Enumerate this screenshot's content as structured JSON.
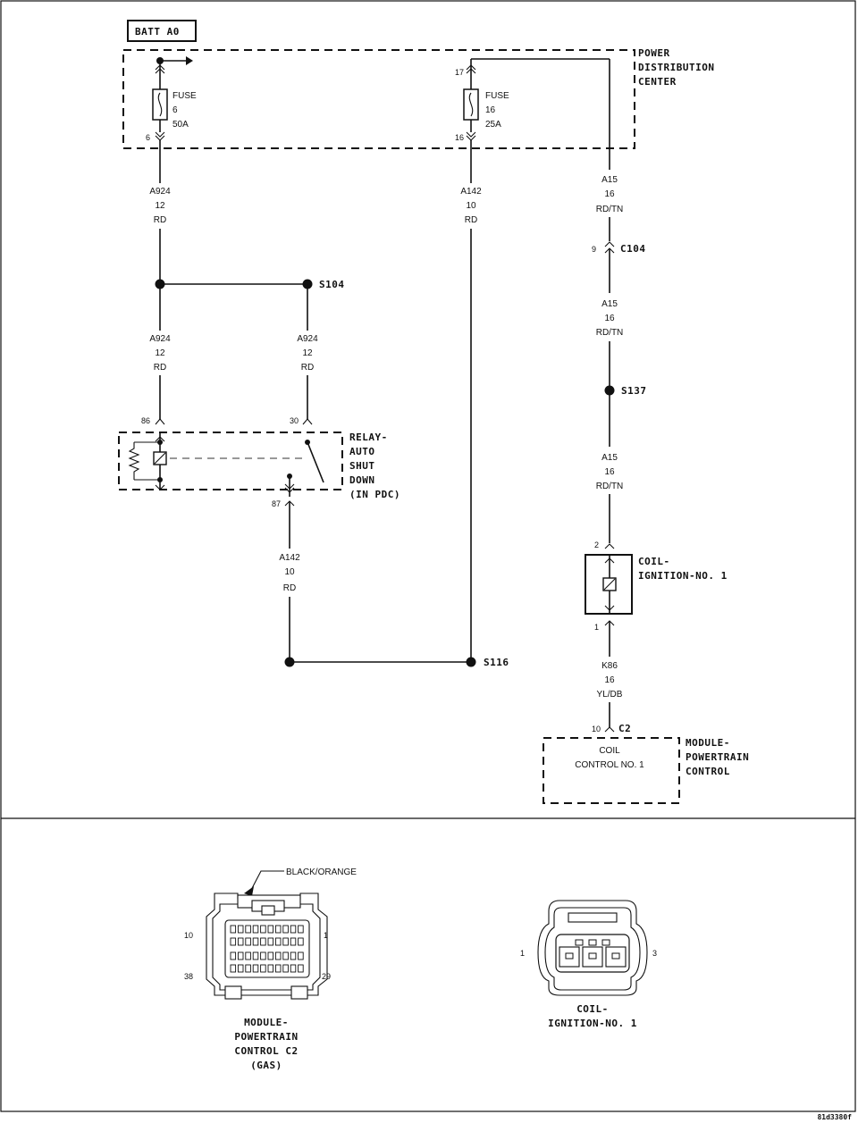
{
  "top_labels": {
    "batt": "BATT A0",
    "pdc": [
      "POWER",
      "DISTRIBUTION",
      "CENTER"
    ],
    "splices": {
      "s104": "S104",
      "s116": "S116",
      "s137": "S137"
    },
    "connector_c104": "C104",
    "connector_c2": "C2",
    "relay": [
      "RELAY-",
      "AUTO",
      "SHUT",
      "DOWN",
      "(IN PDC)"
    ],
    "coil": [
      "COIL-",
      "IGNITION-NO. 1"
    ],
    "pcm": [
      "MODULE-",
      "POWERTRAIN",
      "CONTROL"
    ],
    "pcm_internal": [
      "COIL",
      "CONTROL NO. 1"
    ]
  },
  "fuses": [
    {
      "lines": [
        "FUSE",
        "6",
        "50A"
      ],
      "pin_out": "6"
    },
    {
      "lines": [
        "FUSE",
        "16",
        "25A"
      ],
      "pin_in": "17",
      "pin_out": "16"
    }
  ],
  "wires": {
    "a924_main": [
      "A924",
      "12",
      "RD"
    ],
    "a924_left": [
      "A924",
      "12",
      "RD"
    ],
    "a924_right": [
      "A924",
      "12",
      "RD"
    ],
    "a142_pdc": [
      "A142",
      "10",
      "RD"
    ],
    "a142_relay": [
      "A142",
      "10",
      "RD"
    ],
    "a15_top": [
      "A15",
      "16",
      "RD/TN"
    ],
    "a15_mid": [
      "A15",
      "16",
      "RD/TN"
    ],
    "a15_low": [
      "A15",
      "16",
      "RD/TN"
    ],
    "k86": [
      "K86",
      "16",
      "YL/DB"
    ]
  },
  "pins": {
    "c104": "9",
    "relay_86": "86",
    "relay_30": "30",
    "relay_87": "87",
    "coil_2": "2",
    "coil_1": "1",
    "pcm_10": "10"
  },
  "connectors": {
    "pcm": {
      "callout": "BLACK/ORANGE",
      "pins": {
        "top_left": "10",
        "top_right": "1",
        "bottom_left": "38",
        "bottom_right": "29"
      },
      "caption": [
        "MODULE-",
        "POWERTRAIN",
        "CONTROL C2",
        "(GAS)"
      ]
    },
    "coil": {
      "pins": {
        "left": "1",
        "right": "3"
      },
      "caption": [
        "COIL-",
        "IGNITION-NO. 1"
      ]
    }
  },
  "footer_code": "81d3380f"
}
